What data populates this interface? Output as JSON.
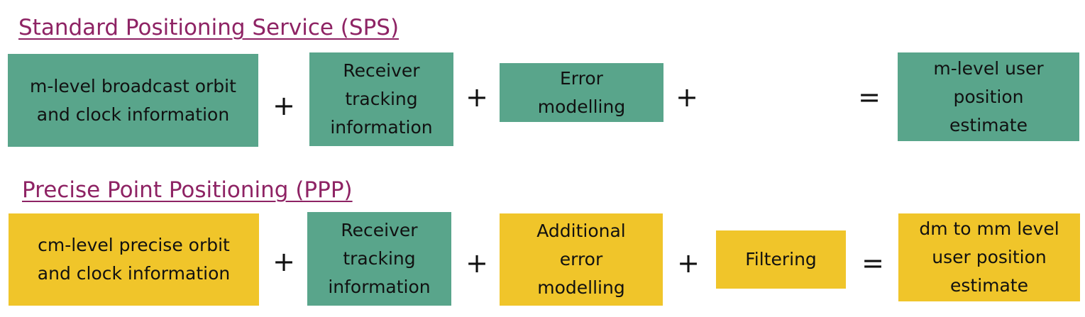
{
  "sps": {
    "title": "Standard Positioning Service (SPS)",
    "box_orbit": "m-level broadcast orbit\nand clock information",
    "op1": "+",
    "box_tracking": "Receiver\ntracking\ninformation",
    "op2": "+",
    "box_error": "Error\nmodelling",
    "op3": "+",
    "op_equals": "=",
    "box_result": "m-level user\nposition\nestimate"
  },
  "ppp": {
    "title": "Precise Point Positioning (PPP)",
    "box_orbit": "cm-level precise orbit\nand clock information",
    "op1": "+",
    "box_tracking": "Receiver\ntracking\ninformation",
    "op2": "+",
    "box_error": "Additional\nerror\nmodelling",
    "op3": "+",
    "box_filtering": "Filtering",
    "op_equals": "=",
    "box_result": "dm to mm level\nuser position\nestimate"
  },
  "colors": {
    "heading": "#8e2364",
    "green_box": "#59a58b",
    "yellow_box": "#f0c52a"
  }
}
